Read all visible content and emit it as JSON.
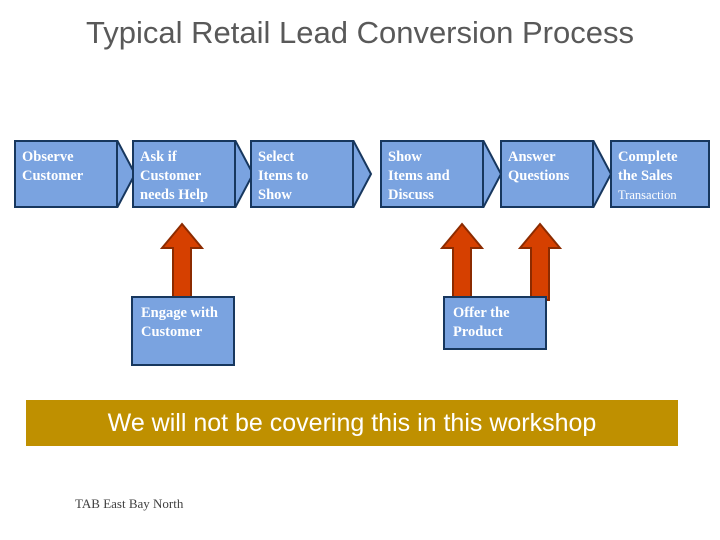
{
  "slide": {
    "title": "Typical Retail Lead Conversion Process",
    "banner_text": "We will not be covering this in this workshop",
    "footer_text": "TAB East Bay North",
    "colors": {
      "box_fill": "#7aa3e0",
      "box_border": "#17375e",
      "arrow_fill": "#d64000",
      "arrow_border": "#8c2b00",
      "banner_fill": "#bf9000",
      "title_text": "#595959"
    }
  },
  "process": {
    "steps": [
      {
        "line1": "Observe",
        "line2": "Customer",
        "line3": ""
      },
      {
        "line1": "Ask if",
        "line2": "Customer",
        "line3": "needs Help"
      },
      {
        "line1": "Select",
        "line2": "Items to",
        "line3": "Show"
      },
      {
        "line1": "Show",
        "line2": "Items and",
        "line3": "Discuss"
      },
      {
        "line1": "Answer",
        "line2": "Questions",
        "line3": ""
      },
      {
        "line1": "Complete",
        "line2": "the Sales",
        "line3": "Transaction"
      }
    ]
  },
  "sub_boxes": [
    {
      "line1": "Engage",
      "line2": "with",
      "line3": "Customer"
    },
    {
      "line1": "Offer the",
      "line2": "Product",
      "line3": ""
    }
  ]
}
